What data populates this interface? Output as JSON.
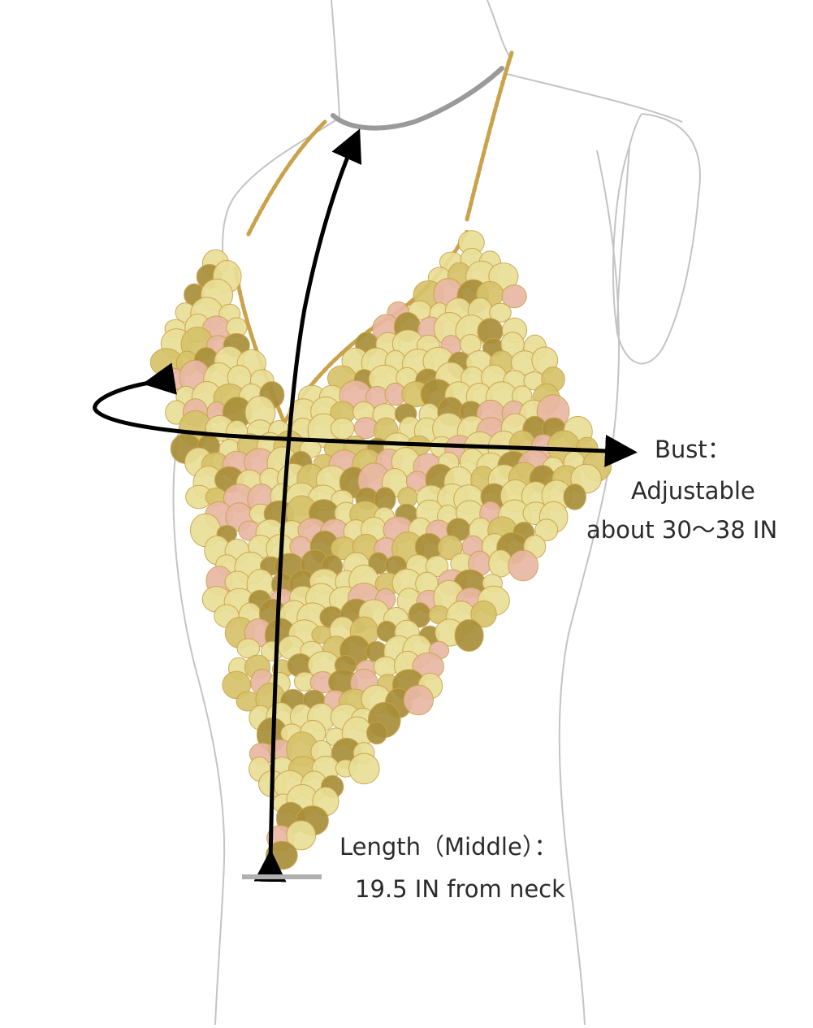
{
  "colors": {
    "background": "#ffffff",
    "mannequin_outline": "#c4c4c4",
    "neck_band": "#9a9a9a",
    "chain": "#c9a24a",
    "sequin_light": "#eadf97",
    "sequin_mid": "#d6c36a",
    "sequin_dark": "#a98f3a",
    "sequin_iridescent": "#e9b8a3",
    "arrow": "#000000",
    "text": "#2b2b2b"
  },
  "icons": {
    "product": "sequin-halter-top-icon",
    "vertical_measure": "double-arrow-icon",
    "bust_measure": "wrap-arrow-icon"
  },
  "labels": {
    "bust_title": "Bust：",
    "bust_line2": "Adjustable",
    "bust_line3": "about 30～38 IN",
    "length_line1": "Length（Middle）：",
    "length_line2": "19.5 IN from neck"
  }
}
